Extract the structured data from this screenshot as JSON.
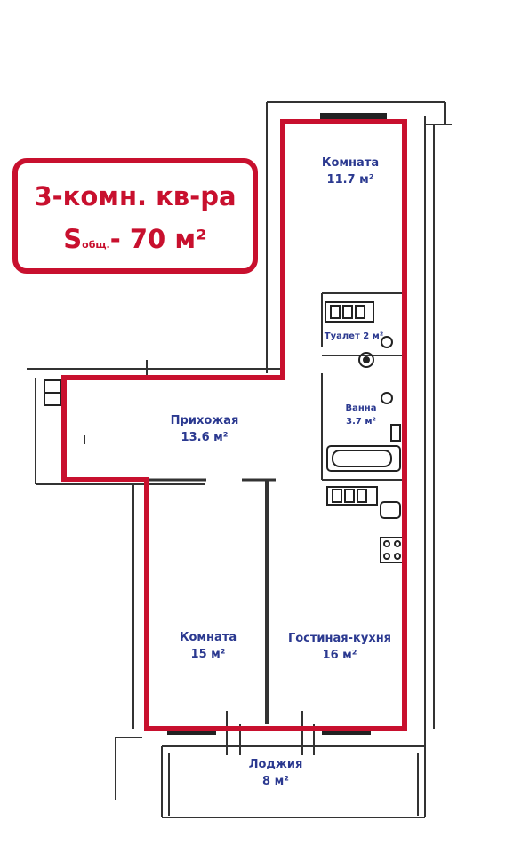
{
  "badge": {
    "title": "3-комн. кв-ра",
    "area_prefix": "S",
    "area_subscript": "общ.",
    "area_value": "- 70 м²"
  },
  "rooms": {
    "room_top": {
      "name": "Комната",
      "area": "11.7 м²"
    },
    "toilet": {
      "name": "Туалет 2 м²"
    },
    "bath": {
      "name": "Ванна",
      "area": "3.7 м²"
    },
    "hallway": {
      "name": "Прихожая",
      "area": "13.6 м²"
    },
    "room_left": {
      "name": "Комната",
      "area": "15 м²"
    },
    "kitchen": {
      "name": "Гостиная-кухня",
      "area": "16 м²"
    },
    "loggia": {
      "name": "Лоджия",
      "area": "8 м²"
    }
  },
  "colors": {
    "outline": "#c8102e",
    "label": "#2b3990",
    "walls": "#222222"
  },
  "icons": [
    "stove-icon",
    "bathtub-icon",
    "toilet-icon",
    "sink-icon"
  ]
}
